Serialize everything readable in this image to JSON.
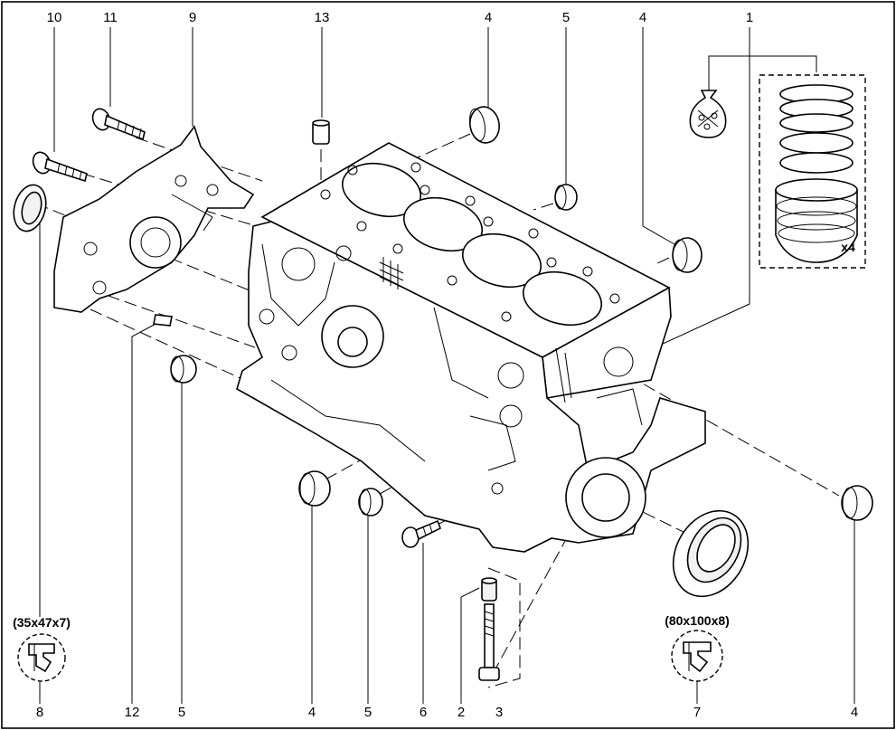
{
  "labels": {
    "top": [
      "10",
      "11",
      "9",
      "13",
      "4",
      "5",
      "4",
      "1"
    ],
    "bottom": [
      "8",
      "12",
      "5",
      "4",
      "5",
      "6",
      "2",
      "3",
      "7",
      "4"
    ]
  },
  "multiplier": "x4",
  "seal_left": {
    "size": "(35x47x7)"
  },
  "seal_right": {
    "size": "(80x100x8)"
  },
  "icons": {
    "grease": "grease-bag-icon",
    "seal_left": "lip-seal-section-icon",
    "seal_right": "lip-seal-section-icon"
  }
}
